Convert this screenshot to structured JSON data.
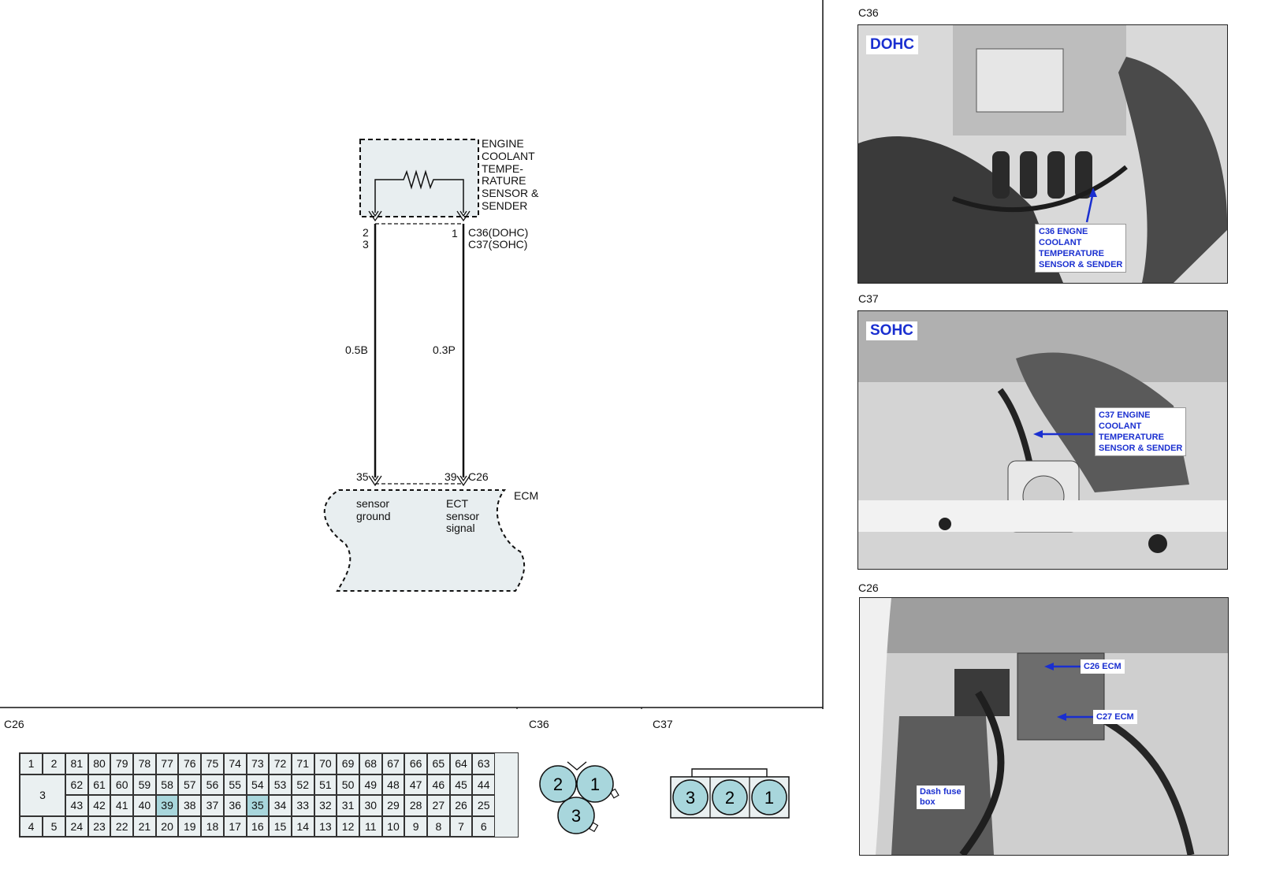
{
  "schematic": {
    "sensor_label": [
      "ENGINE",
      "COOLANT",
      "TEMPE-",
      "RATURE",
      "SENSOR &",
      "SENDER"
    ],
    "connector_pin_left": [
      "2",
      "3"
    ],
    "connector_pin_right": "1",
    "connector_ids": [
      "C36(DOHC)",
      "C37(SOHC)"
    ],
    "wire_left": "0.5B",
    "wire_right": "0.3P",
    "ecm_pin_left": "35",
    "ecm_pin_right": "39",
    "ecm_connector": "C26",
    "ecm_label": "ECM",
    "ecm_func_left": [
      "sensor",
      "ground"
    ],
    "ecm_func_right": [
      "ECT",
      "sensor",
      "signal"
    ],
    "fill_color": "#e8eef0"
  },
  "connectors": {
    "c26": {
      "title": "C26",
      "top_left": [
        "1",
        "2"
      ],
      "mid_left": "3",
      "bottom_left": [
        "4",
        "5"
      ],
      "rows": [
        [
          "81",
          "80",
          "79",
          "78",
          "77",
          "76",
          "75",
          "74",
          "73",
          "72",
          "71",
          "70",
          "69",
          "68",
          "67",
          "66",
          "65",
          "64",
          "63"
        ],
        [
          "62",
          "61",
          "60",
          "59",
          "58",
          "57",
          "56",
          "55",
          "54",
          "53",
          "52",
          "51",
          "50",
          "49",
          "48",
          "47",
          "46",
          "45",
          "44"
        ],
        [
          "43",
          "42",
          "41",
          "40",
          "39",
          "38",
          "37",
          "36",
          "35",
          "34",
          "33",
          "32",
          "31",
          "30",
          "29",
          "28",
          "27",
          "26",
          "25"
        ],
        [
          "24",
          "23",
          "22",
          "21",
          "20",
          "19",
          "18",
          "17",
          "16",
          "15",
          "14",
          "13",
          "12",
          "11",
          "10",
          "9",
          "8",
          "7",
          "6"
        ]
      ],
      "highlighted": [
        "39",
        "35"
      ],
      "highlight_color": "#a8d6dc"
    },
    "c36": {
      "title": "C36",
      "pins": [
        "2",
        "1",
        "3"
      ]
    },
    "c37": {
      "title": "C37",
      "pins": [
        "3",
        "2",
        "1"
      ]
    },
    "pin_color": "#a8d6dc"
  },
  "photos": [
    {
      "title": "C36",
      "tag": "DOHC",
      "callout": "C36 ENGNE\nCOOLANT\nTEMPERATURE\nSENSOR & SENDER"
    },
    {
      "title": "C37",
      "tag": "SOHC",
      "callout": "C37 ENGINE\nCOOLANT\nTEMPERATURE\nSENSOR & SENDER"
    },
    {
      "title": "C26",
      "callouts": [
        "C26 ECM",
        "C27 ECM",
        "Dash fuse\nbox"
      ]
    }
  ],
  "accent_color": "#1a2fd0"
}
